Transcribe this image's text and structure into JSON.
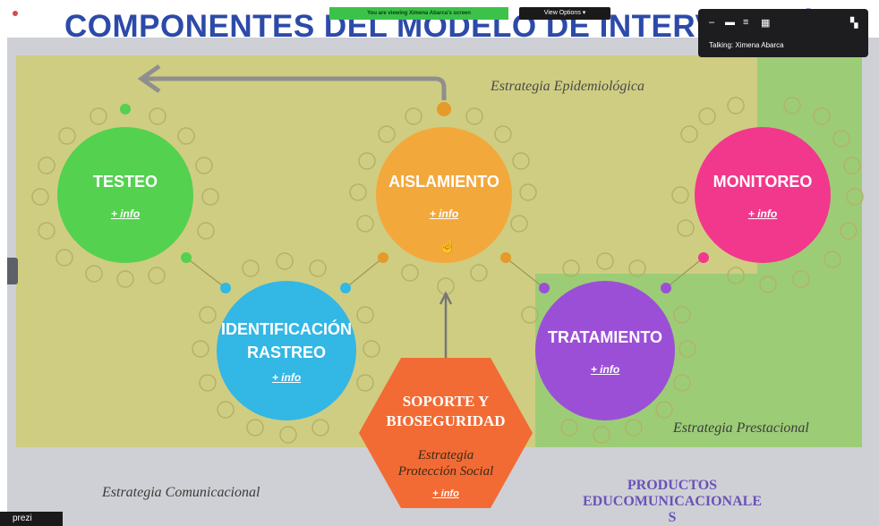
{
  "slide": {
    "title": "COMPONENTES DEL MODELO DE INTERVENCIÓN",
    "strategies": {
      "epidemiologica": "Estrategia Epidemiológica",
      "prestacional": "Estrategia Prestacional",
      "comunicacional": "Estrategia Comunicacional"
    },
    "circles": {
      "testeo": {
        "label": "TESTEO",
        "info": "+ info",
        "color": "#53d14f"
      },
      "aislamiento": {
        "label": "AISLAMIENTO",
        "info": "+ info",
        "color": "#f3a83c"
      },
      "monitoreo": {
        "label": "MONITOREO",
        "info": "+ info",
        "color": "#f2388c"
      },
      "identificacion": {
        "label_line1": "IDENTIFICACIÓN",
        "label_line2": "RASTREO",
        "info": "+ info",
        "color": "#33b7e5"
      },
      "tratamiento": {
        "label": "TRATAMIENTO",
        "info": "+ info",
        "color": "#9b4fd6"
      }
    },
    "hexagon": {
      "line1": "SOPORTE Y",
      "line2": "BIOSEGURIDAD",
      "strategy_line1": "Estrategia",
      "strategy_line2": "Protección Social",
      "info": "+ info",
      "color": "#f26b34"
    },
    "productos": {
      "line1": "PRODUCTOS",
      "line2": "EDUCOMUNICACIONALE",
      "line3": "S"
    }
  },
  "meeting_overlay": {
    "viewing_banner": "You are viewing Ximena Abarca's screen",
    "view_options": "View Options ▾",
    "talking": "Talking: Ximena Abarca"
  },
  "app_logo": "prezi"
}
